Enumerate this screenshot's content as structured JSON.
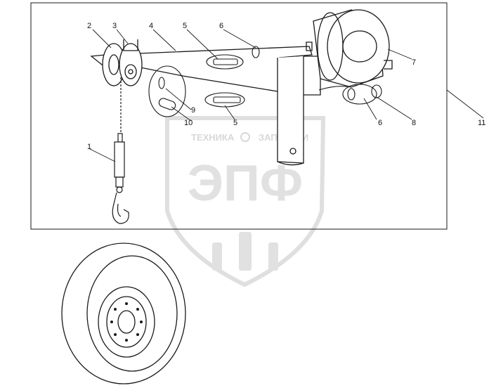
{
  "callouts": {
    "c1": "1",
    "c2": "2",
    "c3": "3",
    "c4": "4",
    "c5a": "5",
    "c5b": "5",
    "c6a": "6",
    "c6b": "6",
    "c7": "7",
    "c8": "8",
    "c9": "9",
    "c10": "10",
    "c11": "11"
  },
  "watermark": {
    "top_left": "ТЕХНИКА",
    "top_right": "ЗАПЧАСТИ",
    "logo": "ЭПФ"
  },
  "colors": {
    "line": "#1a1a1a",
    "watermark": "#d9d9d9"
  }
}
